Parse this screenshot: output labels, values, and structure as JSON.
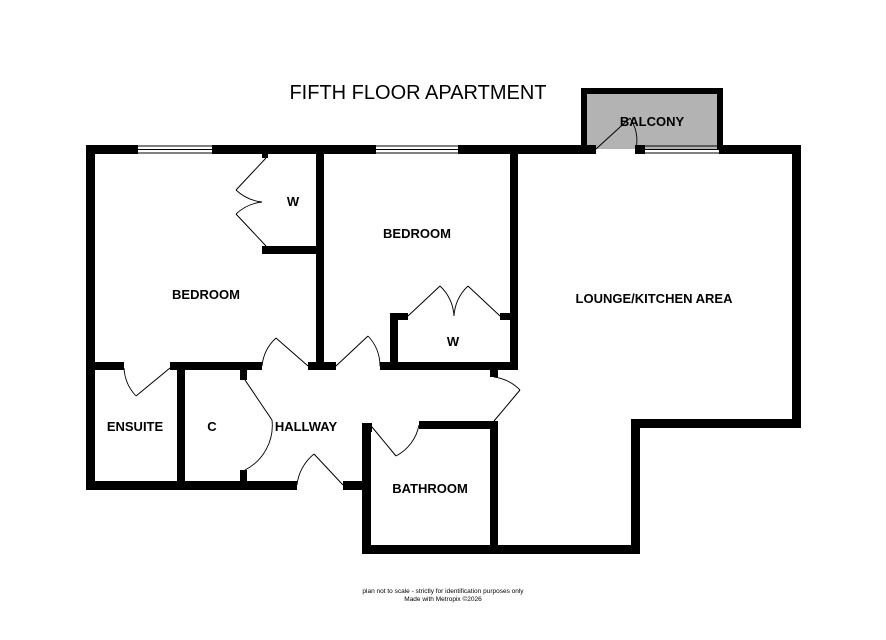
{
  "title": "FIFTH FLOOR APARTMENT",
  "rooms": {
    "balcony": "BALCONY",
    "bedroom_left": "BEDROOM",
    "bedroom_center": "BEDROOM",
    "wardrobe_left": "W",
    "wardrobe_center": "W",
    "lounge": "LOUNGE/KITCHEN AREA",
    "ensuite": "ENSUITE",
    "cupboard": "C",
    "hallway": "HALLWAY",
    "bathroom": "BATHROOM"
  },
  "footer": {
    "line1": "plan not to scale - strictly for identification purposes only",
    "line2": "Made with Metropix ©2026"
  },
  "colors": {
    "wall": "#000000",
    "balcony_fill": "#b3b3b3",
    "background": "#ffffff"
  }
}
